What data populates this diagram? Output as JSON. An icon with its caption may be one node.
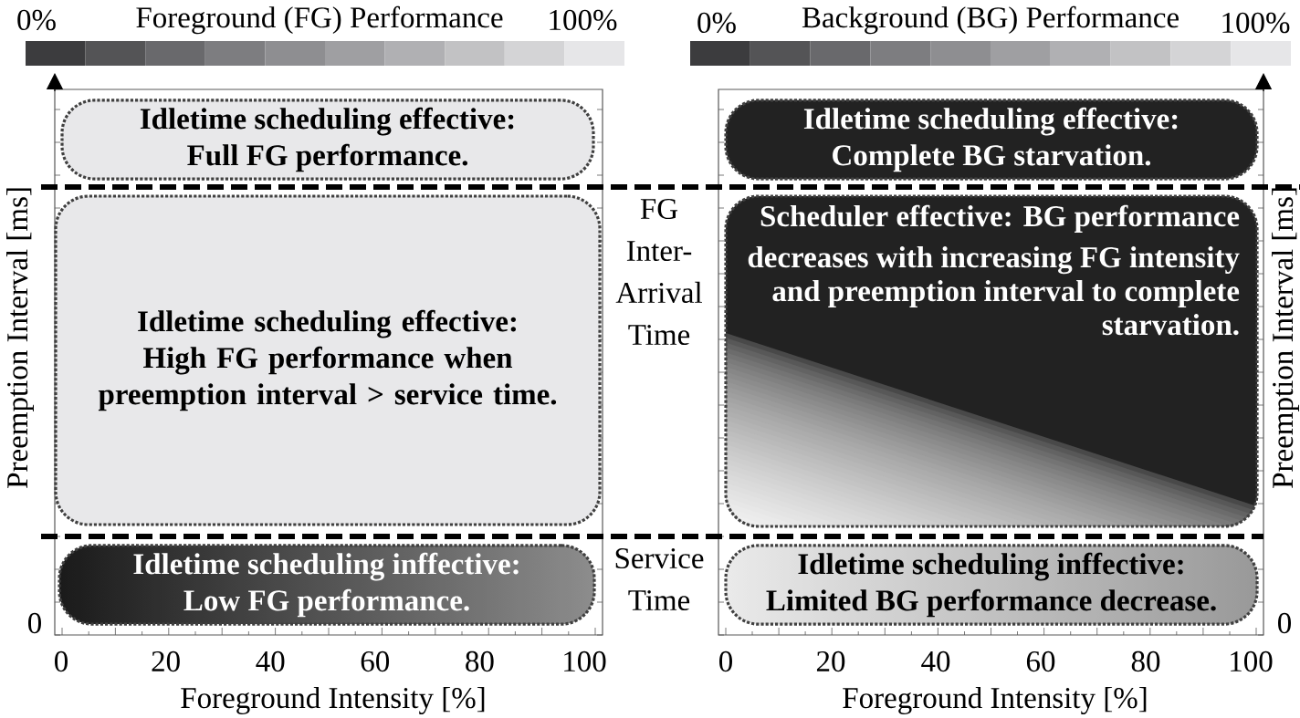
{
  "diagram": {
    "nodes": [
      {
        "text": [
          "Idletime scheduling effective:",
          "Full FG performance."
        ]
      },
      {
        "text": [
          "Idletime scheduling effective:",
          "High FG performance when preemption interval > service time."
        ]
      },
      {
        "text": [
          "Idletime scheduling inffective:",
          "Low FG performance."
        ]
      },
      {
        "text": [
          "Idletime scheduling effective:",
          "Complete BG starvation."
        ]
      },
      {
        "text": [
          "Scheduler effective: BG performance decreases with increasing FG intensity and preemption interval to complete starvation."
        ]
      },
      {
        "text": [
          "Idletime scheduling inffective:",
          "Limited BG performance decrease."
        ]
      }
    ],
    "labels": [
      "0%",
      "Foreground (FG) Performance",
      "100%",
      "0%",
      "Background (BG) Performance",
      "100%",
      "Preemption Interval [ms]",
      "FG Inter-Arrival Time",
      "Preemption Interval [ms]",
      "Service Time",
      "0",
      "0",
      "0",
      "20",
      "40",
      "60",
      "80",
      "100",
      "0",
      "20",
      "40",
      "60",
      "80",
      "100",
      "Foreground Intensity [%]",
      "Foreground Intensity [%]"
    ]
  }
}
